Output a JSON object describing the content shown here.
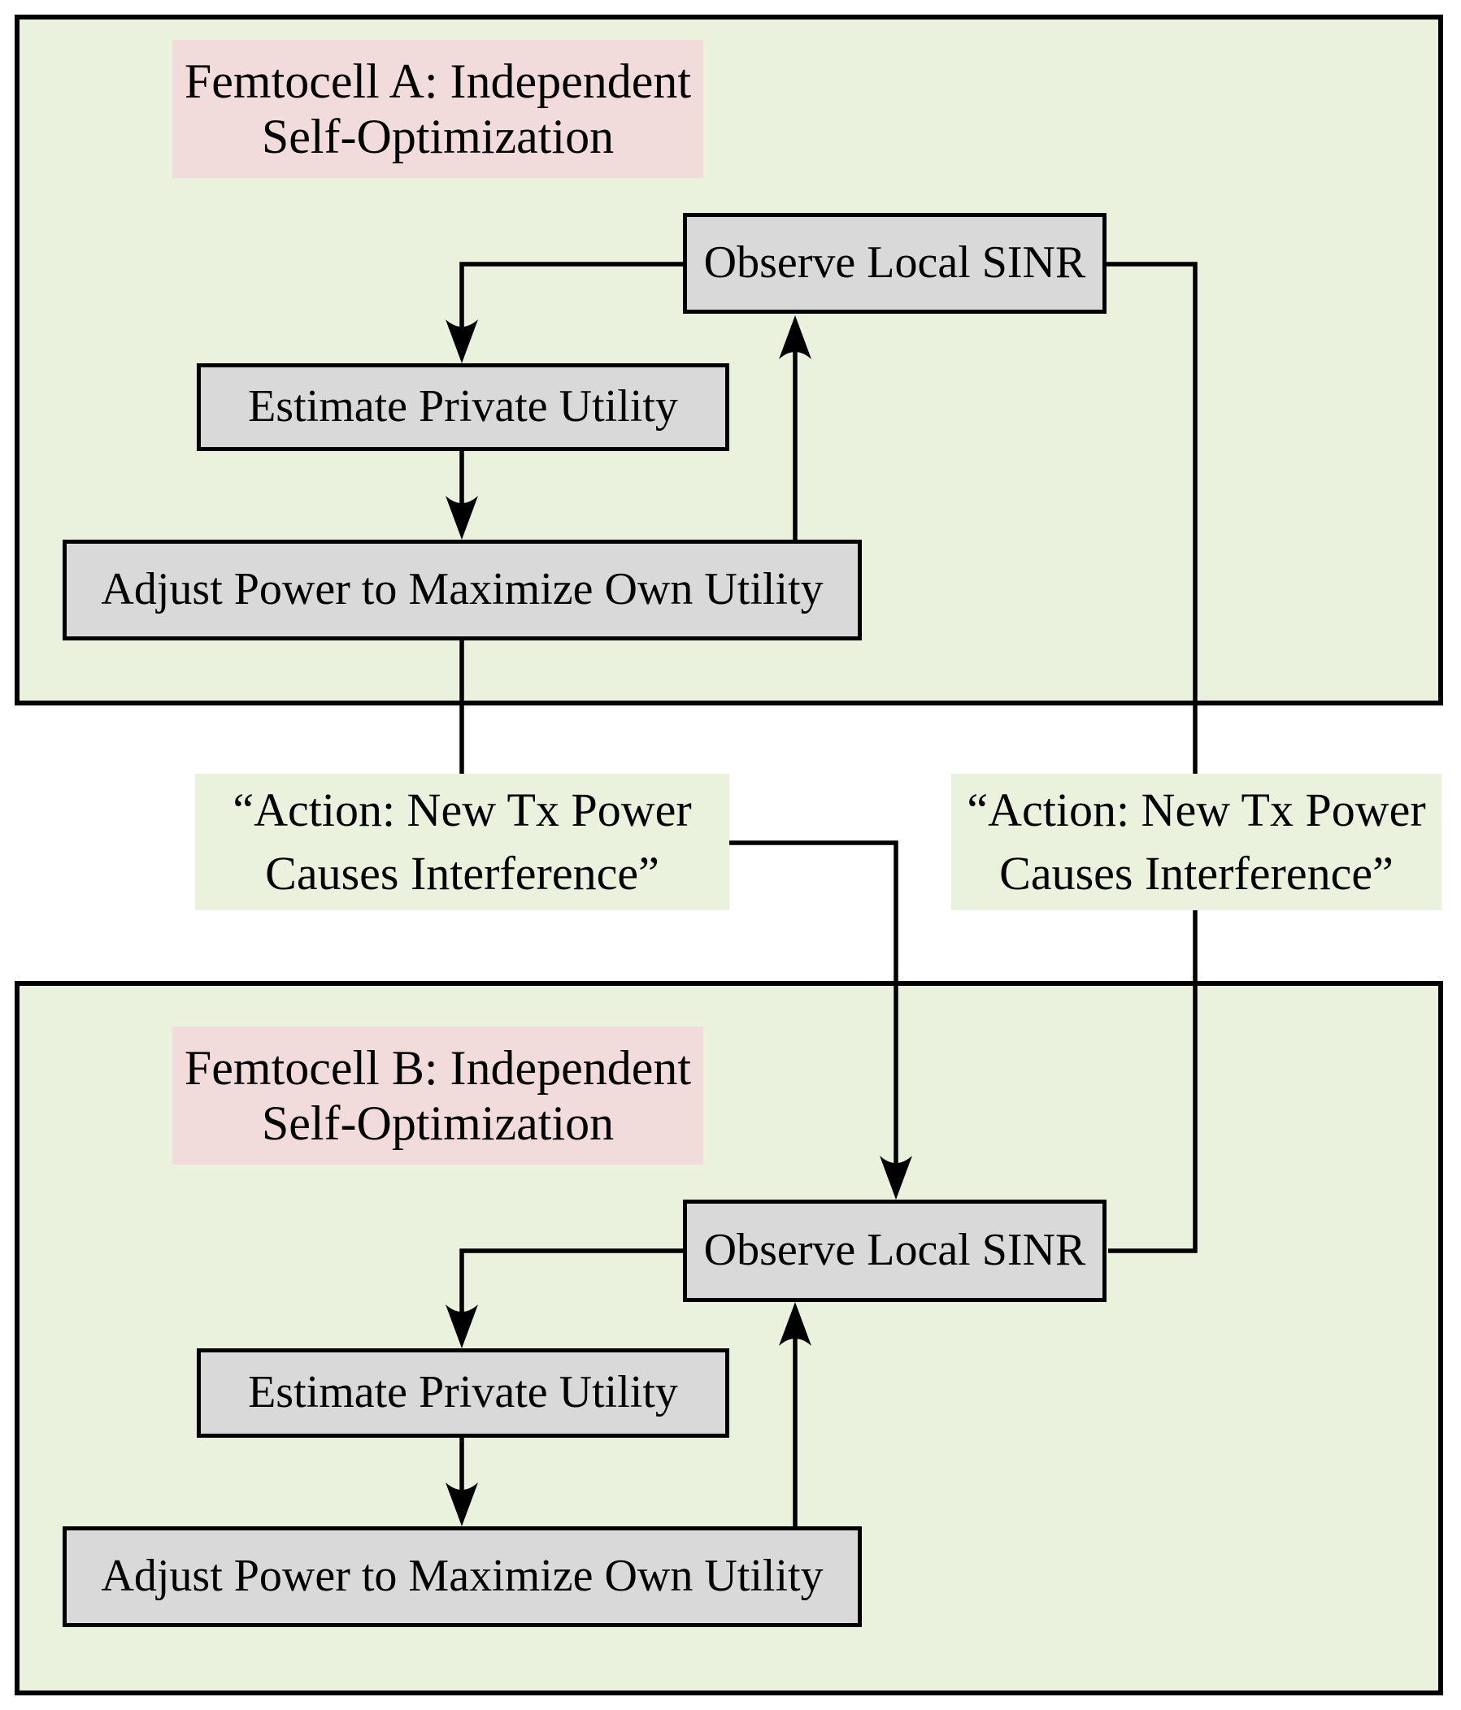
{
  "colors": {
    "container-green": "#EAF1DD",
    "title-pink": "#F2DCDB",
    "process-gray": "#D9D9D9",
    "line-black": "#000000"
  },
  "femtocell_a": {
    "title_line1": "Femtocell A: Independent",
    "title_line2": "Self-Optimization",
    "observe_label": "Observe Local SINR",
    "estimate_label": "Estimate Private Utility",
    "adjust_label": "Adjust Power to Maximize Own Utility"
  },
  "femtocell_b": {
    "title_line1": "Femtocell B: Independent",
    "title_line2": "Self-Optimization",
    "observe_label": "Observe Local SINR",
    "estimate_label": "Estimate Private Utility",
    "adjust_label": "Adjust Power to Maximize Own Utility"
  },
  "interference_left": {
    "line1": "“Action: New Tx Power",
    "line2": "Causes Interference”"
  },
  "interference_right": {
    "line1": "“Action: New Tx Power",
    "line2": "Causes Interference”"
  }
}
